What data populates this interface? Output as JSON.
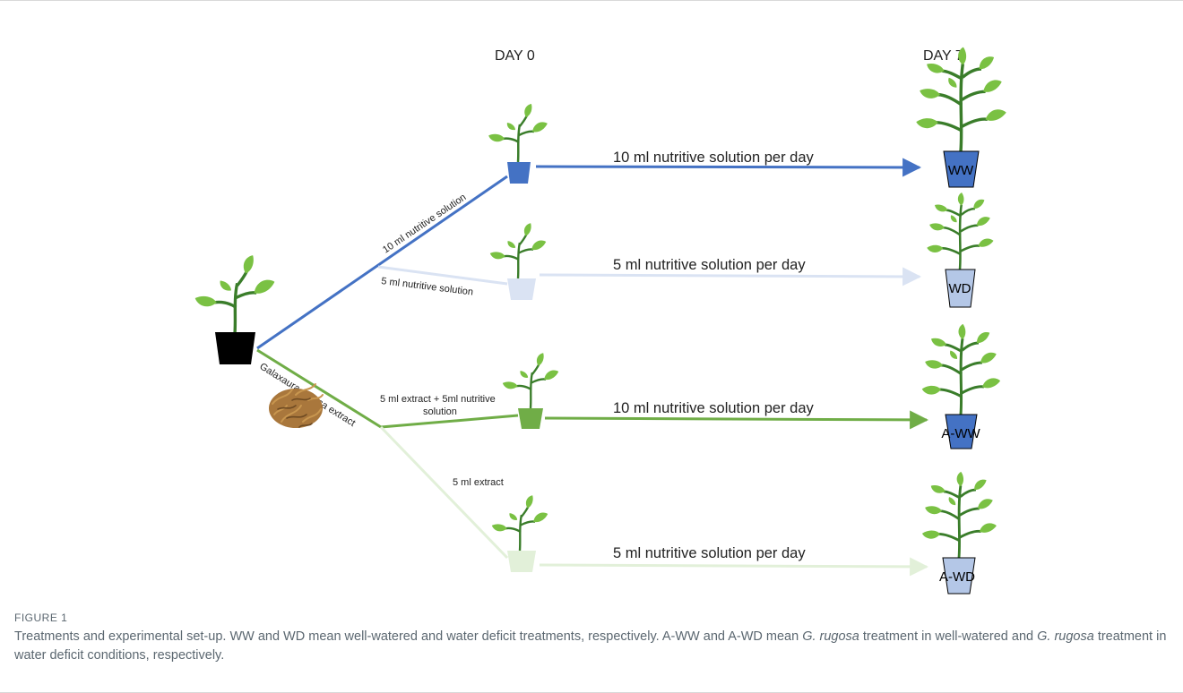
{
  "figure": {
    "day_start": "DAY 0",
    "day_end": "DAY 7",
    "branch_labels": {
      "ww_initial": "10 ml nutritive solution",
      "wd_initial": "5 ml nutritive solution",
      "algae": "Galaxaura rugosa extract",
      "aww_initial_line1": "5 ml extract + 5ml nutritive",
      "aww_initial_line2": "solution",
      "awd_initial": "5 ml extract"
    },
    "daily_labels": {
      "ww": "10 ml nutritive solution per day",
      "wd": "5 ml nutritive solution per day",
      "aww": "10 ml nutritive solution per day",
      "awd": "5 ml nutritive solution per day"
    },
    "pot_labels": {
      "ww": "WW",
      "wd": "WD",
      "aww": "A-WW",
      "awd": "A-WD"
    },
    "colors": {
      "ww": "#4472c4",
      "wd": "#dae3f3",
      "aww": "#70ad47",
      "awd": "#e2f0d9",
      "pot_ww": "#4472c4",
      "pot_wd": "#b4c7e7",
      "leaf": "#7ac143",
      "stem": "#3a7d2a"
    }
  },
  "caption": {
    "label": "FIGURE 1",
    "seg1": "Treatments and experimental set-up. WW and WD mean well-watered and water deficit treatments, respectively. A-WW and A-WD mean ",
    "italic1": "G. rugosa",
    "seg2": " treatment in well-watered and ",
    "italic2": "G. rugosa",
    "seg3": " treatment in water deficit conditions, respectively."
  }
}
